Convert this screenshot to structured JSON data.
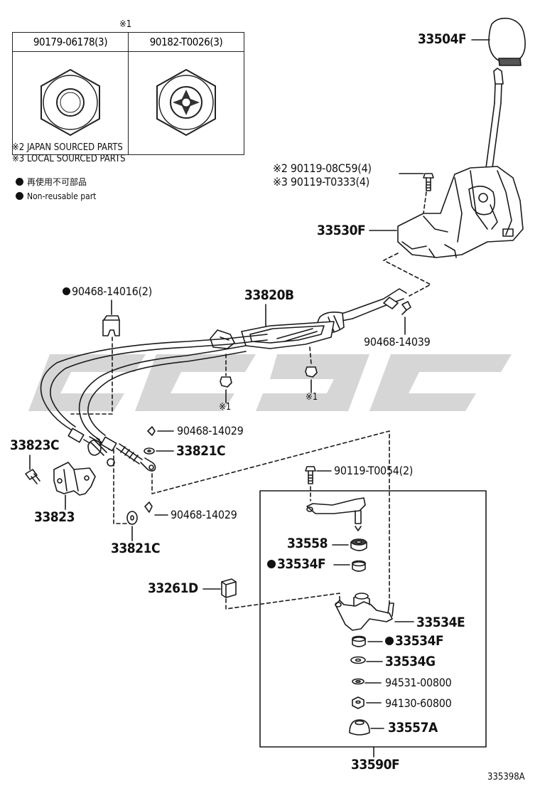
{
  "legend": {
    "mark1": "※1",
    "table": [
      {
        "part": "90179-06178(3)",
        "icon": "hex-nut-icon"
      },
      {
        "part": "90182-T0026(3)",
        "icon": "hex-nut-star-washer-icon"
      }
    ],
    "note2": "※2 JAPAN SOURCED PARTS",
    "note3": "※3 LOCAL SOURCED PARTS",
    "nonreusable_jp": "再使用不可部品",
    "nonreusable_en": "Non-reusable part"
  },
  "labels": {
    "l33504F": "33504F",
    "l90119_08C59": "※2 90119-08C59(4)",
    "l90119_T0333": "※3 90119-T0333(4)",
    "l33530F": "33530F",
    "l90468_14016": "90468-14016(2)",
    "l33820B": "33820B",
    "l90468_14039": "90468-14039",
    "mark1a": "※1",
    "mark1b": "※1",
    "l33823C": "33823C",
    "l90468_14029a": "90468-14029",
    "l33821Ca": "33821C",
    "l33823": "33823",
    "l90119_T0054": "90119-T0054(2)",
    "l90468_14029b": "90468-14029",
    "l33821Cb": "33821C",
    "l33558": "33558",
    "l33534F_a": "33534F",
    "l33261D": "33261D",
    "l33534E": "33534E",
    "l33534F_b": "33534F",
    "l33534G": "33534G",
    "l94531_00800": "94531-00800",
    "l94130_60800": "94130-60800",
    "l33557A": "33557A",
    "l33590F": "33590F",
    "code": "335398A"
  },
  "colors": {
    "line": "#1a1a1a",
    "watermark": "#cfcfcf"
  }
}
